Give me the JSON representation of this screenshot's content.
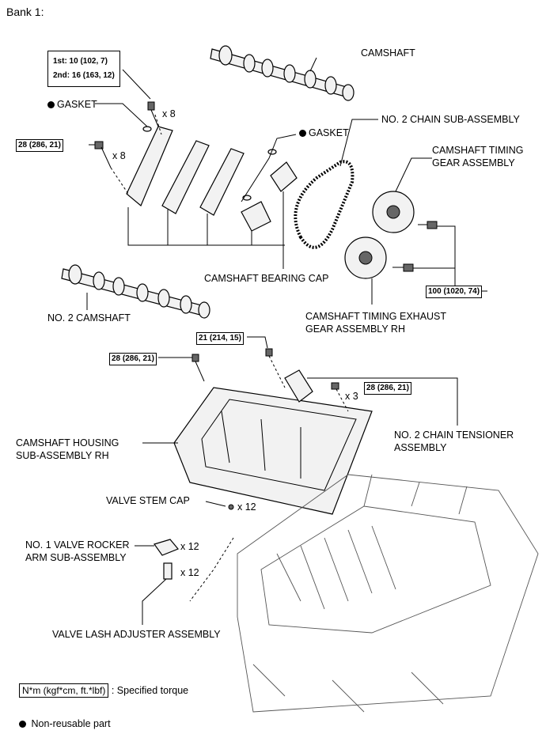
{
  "title": "Bank 1:",
  "labels": {
    "camshaft": "CAMSHAFT",
    "gasket_left": "GASKET",
    "gasket_right": "GASKET",
    "no2_chain": "NO. 2 CHAIN SUB-ASSEMBLY",
    "timing_gear_1": "CAMSHAFT TIMING",
    "timing_gear_2": "GEAR ASSEMBLY",
    "bearing_cap": "CAMSHAFT BEARING CAP",
    "no2_camshaft": "NO. 2 CAMSHAFT",
    "exhaust_gear_1": "CAMSHAFT TIMING EXHAUST",
    "exhaust_gear_2": "GEAR ASSEMBLY RH",
    "housing_1": "CAMSHAFT HOUSING",
    "housing_2": "SUB-ASSEMBLY RH",
    "tensioner_1": "NO. 2 CHAIN TENSIONER",
    "tensioner_2": "ASSEMBLY",
    "valve_stem_cap": "VALVE STEM CAP",
    "rocker_1": "NO. 1 VALVE ROCKER",
    "rocker_2": "ARM SUB-ASSEMBLY",
    "lash_adjuster": "VALVE LASH ADJUSTER ASSEMBLY"
  },
  "torques": {
    "first": "1st: 10 (102, 7)",
    "second": "2nd: 16 (163, 12)",
    "t28_a": "28 (286, 21)",
    "t100": "100 (1020, 74)",
    "t21": "21 (214, 15)",
    "t28_b": "28 (286, 21)",
    "t28_c": "28 (286, 21)"
  },
  "quantities": {
    "bolts_cap": "x 8",
    "bolts_side": "x 8",
    "bolts_tensioner": "x 3",
    "stem_cap": "x 12",
    "rocker": "x 12",
    "adjuster": "x 12"
  },
  "legend": {
    "torque_box": "N*m (kgf*cm, ft.*lbf)",
    "torque_text": ": Specified torque",
    "nonreusable": "Non-reusable part"
  }
}
